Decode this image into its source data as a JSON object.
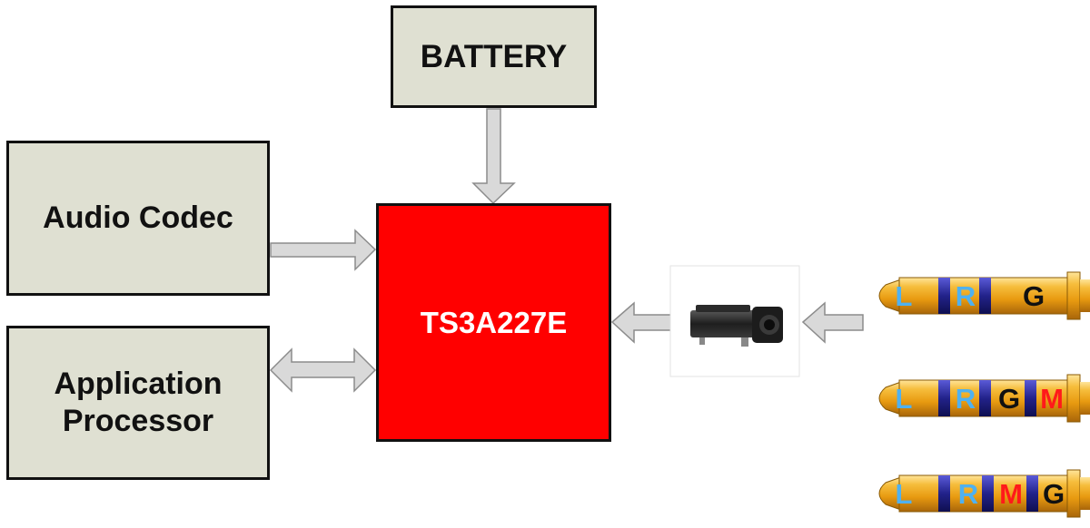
{
  "blocks": {
    "battery": "BATTERY",
    "audio_codec": "Audio Codec",
    "app_processor": "Application\nProcessor",
    "chip": "TS3A227E"
  },
  "plugs": [
    {
      "segments": [
        "L",
        "R",
        "G"
      ]
    },
    {
      "segments": [
        "L",
        "R",
        "G",
        "M"
      ]
    },
    {
      "segments": [
        "L",
        "R",
        "M",
        "G"
      ]
    }
  ],
  "colors": {
    "block_fill": "#dfe0d2",
    "chip_fill": "#ff0000",
    "arrow_fill": "#d9d9d9",
    "plug_gold": "#f0a91f",
    "ring_blue": "#2c2c9a",
    "label_L_R": "#4fb1f0",
    "label_G": "#111111",
    "label_M": "#ff1a1a"
  }
}
